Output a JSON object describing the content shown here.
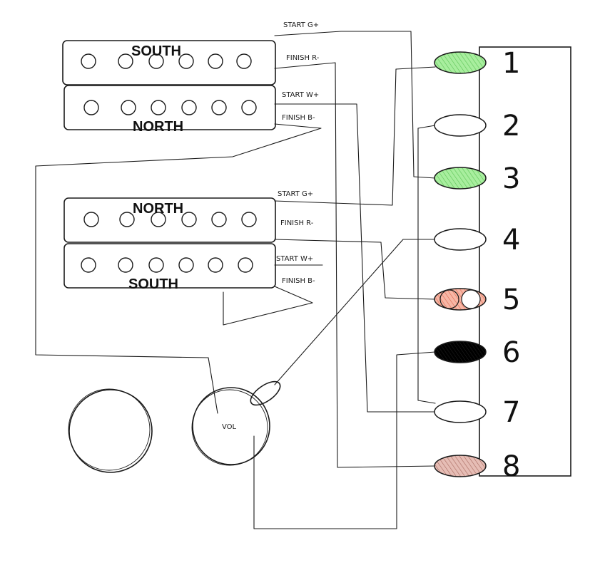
{
  "colors": {
    "south": "#f06a4f",
    "north": "#7b74e8",
    "green": "#8fe28a",
    "red_brown": "#d9a39a",
    "mixed": "#f5a08a",
    "black": "#000000",
    "white": "#ffffff",
    "ink": "#1a1a1a"
  },
  "pickups": [
    {
      "id": "top",
      "coils": [
        {
          "label": "SOUTH",
          "polarity": "south"
        },
        {
          "label": "NORTH",
          "polarity": "north"
        }
      ],
      "wires": [
        "START G+",
        "FINISH R-",
        "START W+",
        "FINISH B-"
      ]
    },
    {
      "id": "bottom",
      "coils": [
        {
          "label": "NORTH",
          "polarity": "north"
        },
        {
          "label": "SOUTH",
          "polarity": "south"
        }
      ],
      "wires": [
        "START G+",
        "FINISH R-",
        "START W+",
        "FINISH B-"
      ]
    }
  ],
  "pots": [
    {
      "id": "unlabeled",
      "label": ""
    },
    {
      "id": "volume",
      "label": "VOL"
    }
  ],
  "terminals": [
    {
      "number": "1",
      "fill": "green"
    },
    {
      "number": "2",
      "fill": "white"
    },
    {
      "number": "3",
      "fill": "green"
    },
    {
      "number": "4",
      "fill": "white"
    },
    {
      "number": "5",
      "fill": "mixed"
    },
    {
      "number": "6",
      "fill": "black"
    },
    {
      "number": "7",
      "fill": "white"
    },
    {
      "number": "8",
      "fill": "red_brown"
    }
  ]
}
